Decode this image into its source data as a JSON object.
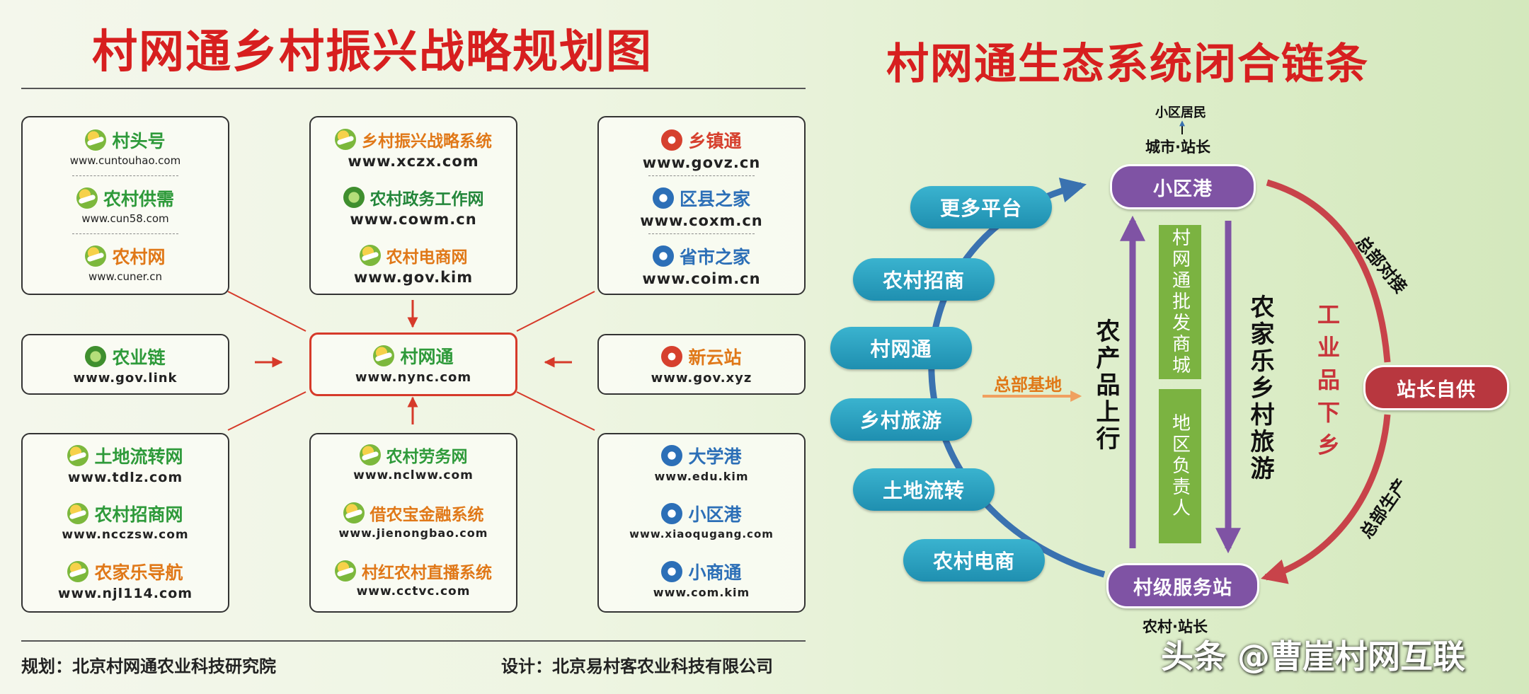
{
  "left": {
    "title": "村网通乡村振兴战略规划图",
    "boxes": {
      "top_left": [
        {
          "name": "村头号",
          "url": "www.cuntouhao.com"
        },
        {
          "name": "农村供需",
          "url": "www.cun58.com"
        },
        {
          "name": "农村网",
          "url": "www.cuner.cn"
        }
      ],
      "top_middle": [
        {
          "name": "乡村振兴战略系统",
          "url": "www.xczx.com"
        },
        {
          "name": "农村政务工作网",
          "url": "www.cowm.cn"
        },
        {
          "name": "农村电商网",
          "url": "www.gov.kim"
        }
      ],
      "top_right": [
        {
          "name": "乡镇通",
          "url": "www.govz.cn"
        },
        {
          "name": "区县之家",
          "url": "www.coxm.cn"
        },
        {
          "name": "省市之家",
          "url": "www.coim.cn"
        }
      ],
      "mid_left": {
        "name": "农业链",
        "url": "www.gov.link"
      },
      "center": {
        "name": "村网通",
        "url": "www.nync.com"
      },
      "mid_right": {
        "name": "新云站",
        "url": "www.gov.xyz"
      },
      "bottom_left": [
        {
          "name": "土地流转网",
          "url": "www.tdlz.com"
        },
        {
          "name": "农村招商网",
          "url": "www.ncczsw.com"
        },
        {
          "name": "农家乐导航",
          "url": "www.njl114.com"
        }
      ],
      "bottom_middle": [
        {
          "name": "农村劳务网",
          "url": "www.nclww.com"
        },
        {
          "name": "借农宝金融系统",
          "url": "www.jienongbao.com"
        },
        {
          "name": "村红农村直播系统",
          "url": "www.cctvc.com"
        }
      ],
      "bottom_right": [
        {
          "name": "大学港",
          "url": "www.edu.kim"
        },
        {
          "name": "小区港",
          "url": "www.xiaoqugang.com"
        },
        {
          "name": "小商通",
          "url": "www.com.kim"
        }
      ]
    },
    "footer_planning": "规划：北京村网通农业科技研究院",
    "footer_design": "设计：北京易村客农业科技有限公司"
  },
  "right": {
    "title": "村网通生态系统闭合链条",
    "top_label": "小区居民",
    "top_sublabel": "城市·站长",
    "node_top": "小区港",
    "node_right": "站长自供",
    "node_bottom": "村级服务站",
    "bottom_label": "农村·站长",
    "platforms": [
      "更多平台",
      "农村招商",
      "村网通",
      "乡村旅游",
      "土地流转",
      "农村电商"
    ],
    "hq_base": "总部基地",
    "up_text": "农产品上行",
    "down_text": "农家乐乡村旅游",
    "bar_top": "村网通批发商城",
    "bar_bottom": "地区负责人",
    "arc_upper": "总部对接",
    "arc_lower": "总部生产",
    "industry_down": "工业品下乡"
  },
  "watermark": "头条 @曹崖村网互联",
  "colors": {
    "title_red": "#d71f1f",
    "pill_blue": "#2a9fc0",
    "node_purple": "#7f53a4",
    "node_red": "#b8373f",
    "arc_blue": "#3a72b0",
    "arc_red": "#c8434a",
    "bar_green": "#7bb341",
    "arrow_orange": "#f0a060"
  }
}
